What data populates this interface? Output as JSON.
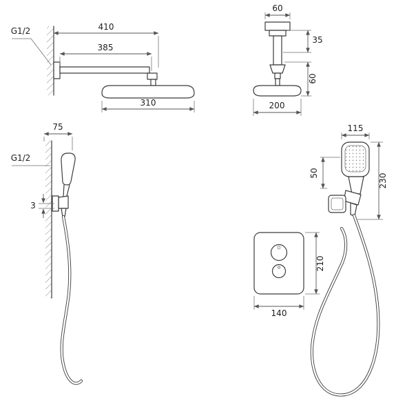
{
  "drawing": {
    "rain_front": {
      "thread": "G1/2",
      "dim_overall": "410",
      "dim_arm": "385",
      "dim_head_width": "310"
    },
    "rain_side": {
      "dim_flange": "60",
      "dim_offset": "35",
      "dim_drop": "60",
      "dim_depth": "200"
    },
    "hand_side": {
      "dim_projection": "75",
      "thread": "G1/2",
      "dim_plate": "3"
    },
    "hand_front": {
      "dim_width": "115",
      "dim_holder": "50",
      "dim_length": "230"
    },
    "valve": {
      "dim_height": "210",
      "dim_width": "140"
    }
  }
}
